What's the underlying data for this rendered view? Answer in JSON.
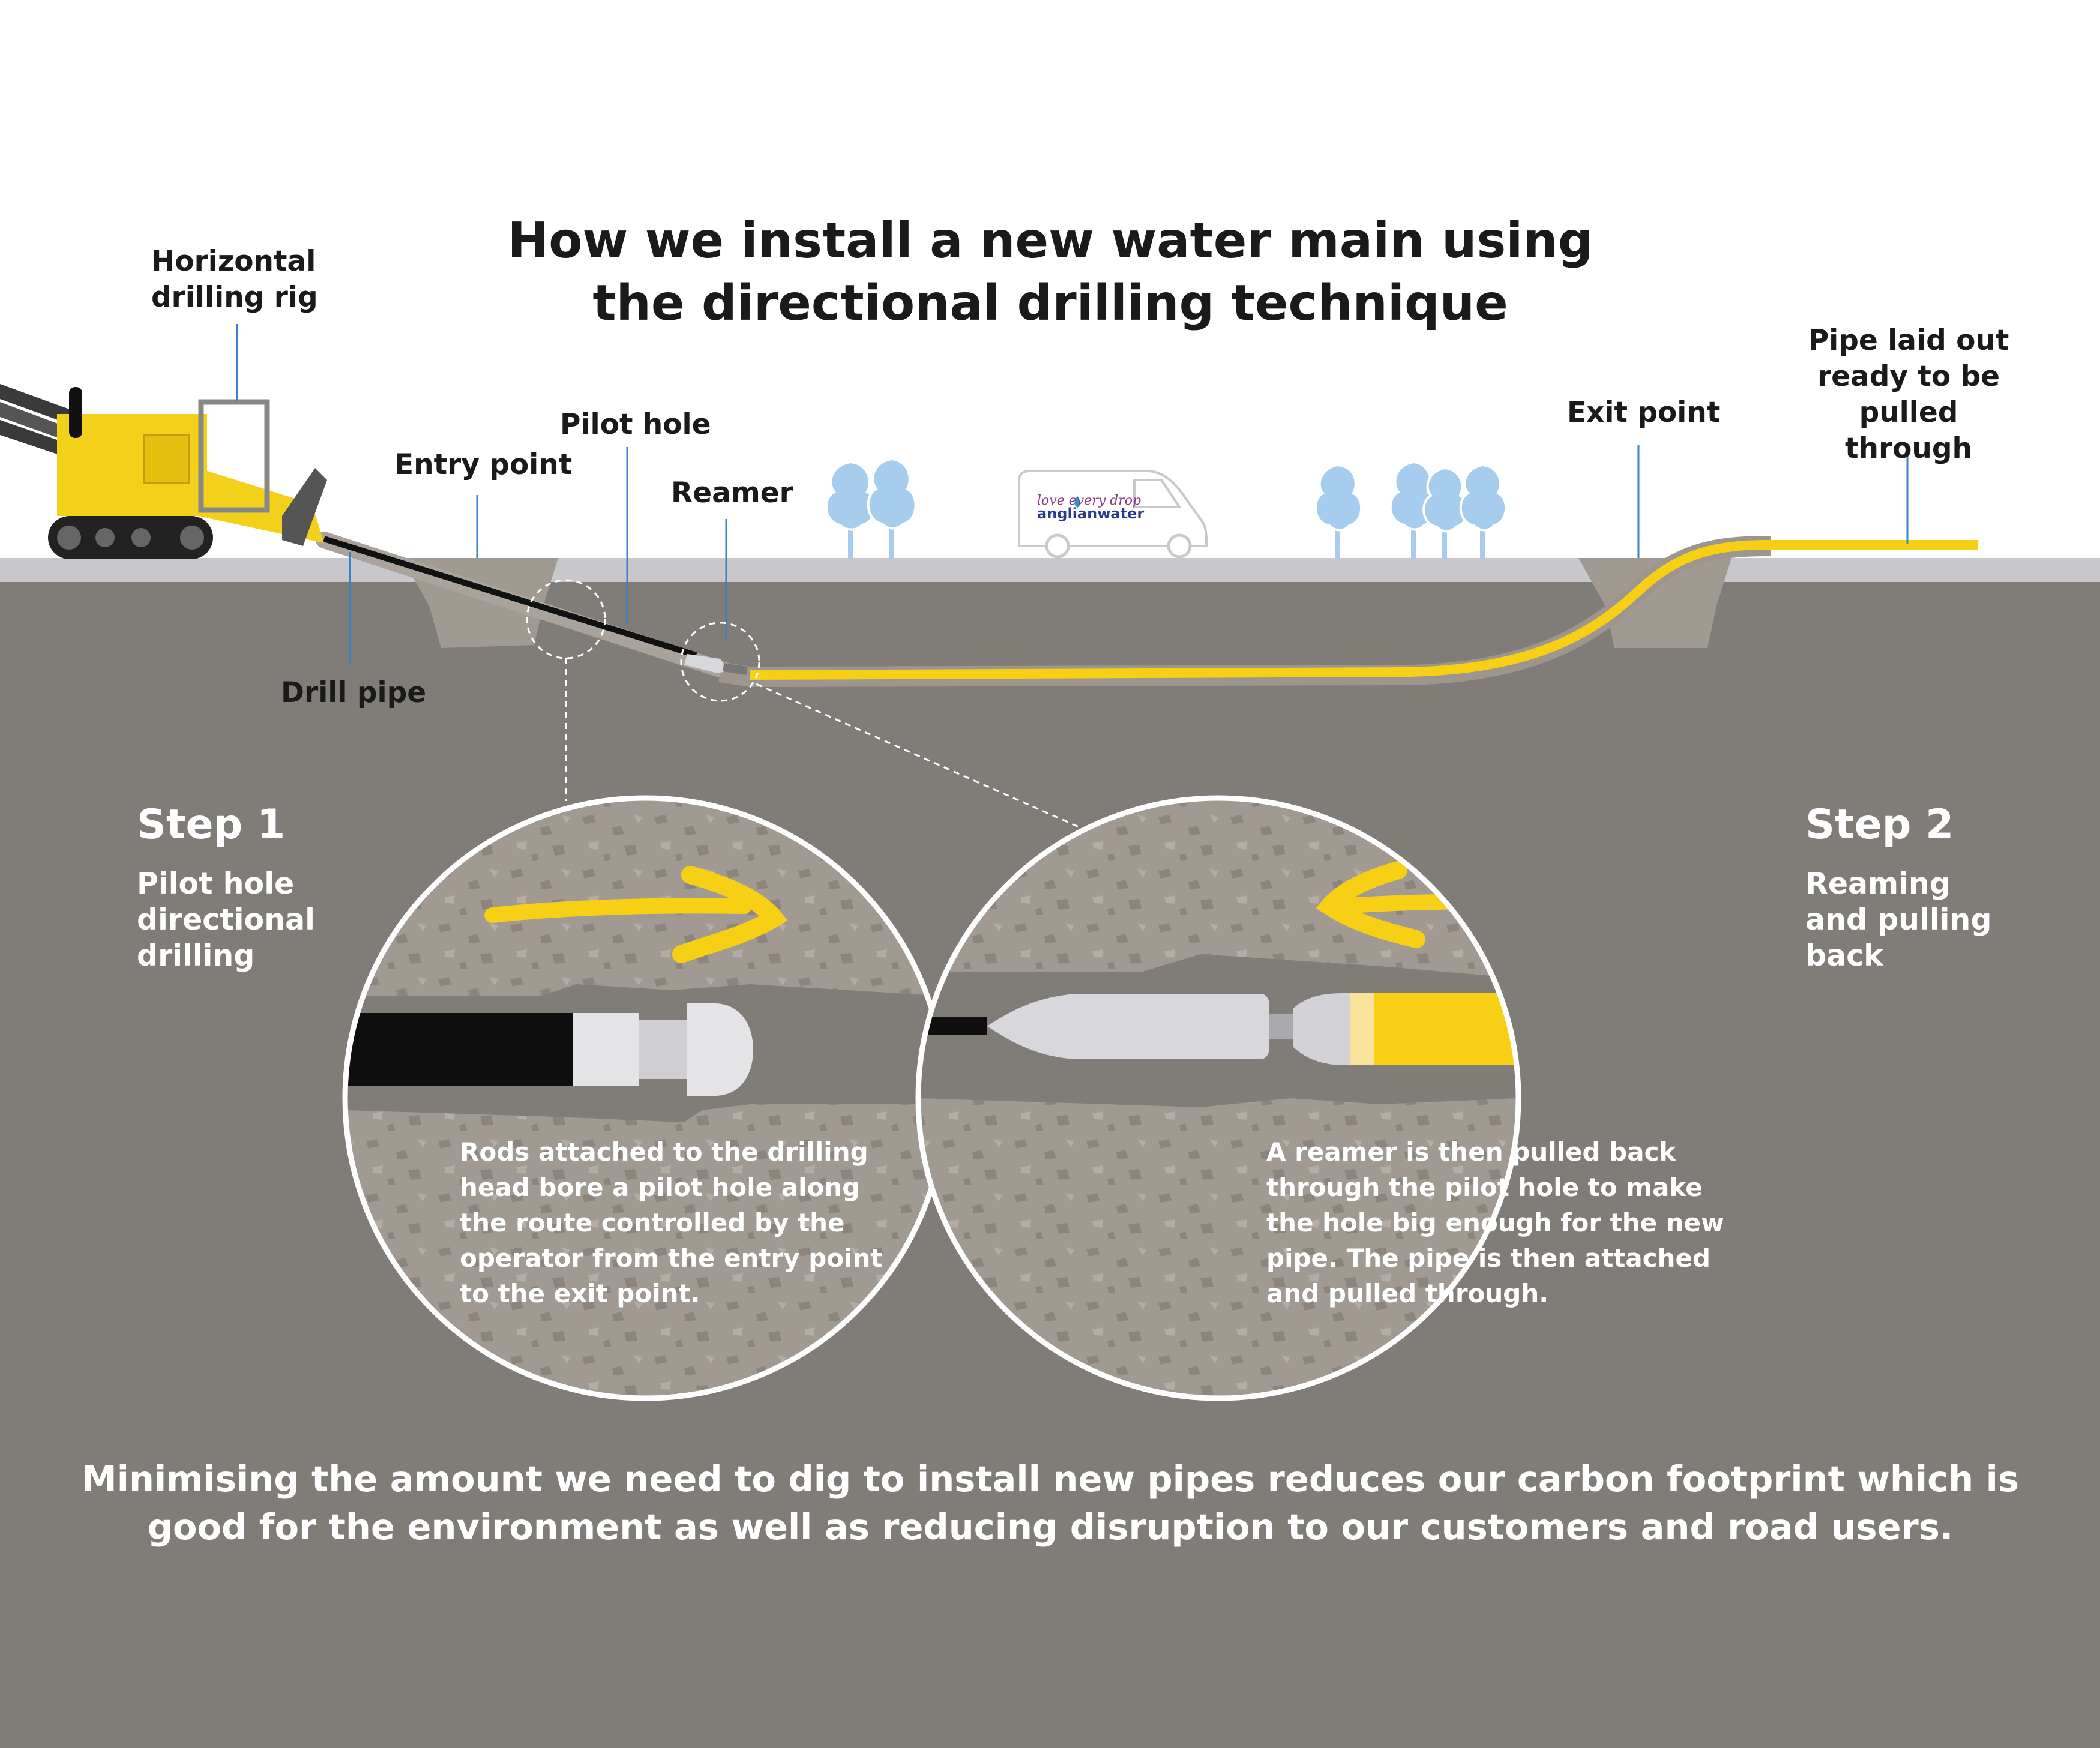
{
  "title": "How we install a new water main using\nthe directional drilling technique",
  "labels": {
    "rig": "Horizontal\ndrilling rig",
    "entry_point": "Entry point",
    "pilot_hole": "Pilot hole",
    "reamer": "Reamer",
    "drill_pipe": "Drill pipe",
    "exit_point": "Exit point",
    "pipe_laid_out": "Pipe laid out\nready to be\npulled through"
  },
  "van": {
    "logo_tagline": "love every drop",
    "logo_brand": "anglianwater"
  },
  "steps": [
    {
      "heading": "Step 1",
      "subheading": "Pilot hole\ndirectional\ndrilling",
      "description": "Rods attached to the drilling\nhead bore a pilot hole along\nthe route controlled by the\noperator from the entry point\nto the exit point."
    },
    {
      "heading": "Step 2",
      "subheading": "Reaming\nand pulling\nback",
      "description": "A reamer is then pulled back\nthrough the pilot hole to make\nthe hole big enough for the new\npipe. The pipe is then attached\nand pulled through."
    }
  ],
  "footer": "Minimising the amount we need to dig to install new pipes reduces our carbon footprint which is\ngood for the environment as well as reducing disruption to our customers and road users.",
  "colors": {
    "ground": "#807d78",
    "road": "#c8c7cc",
    "soil": "#a19a92",
    "pipe_yellow": "#f7d016",
    "rig_yellow": "#f3d11b",
    "tree_blue": "#a6cdee",
    "white": "#ffffff"
  }
}
